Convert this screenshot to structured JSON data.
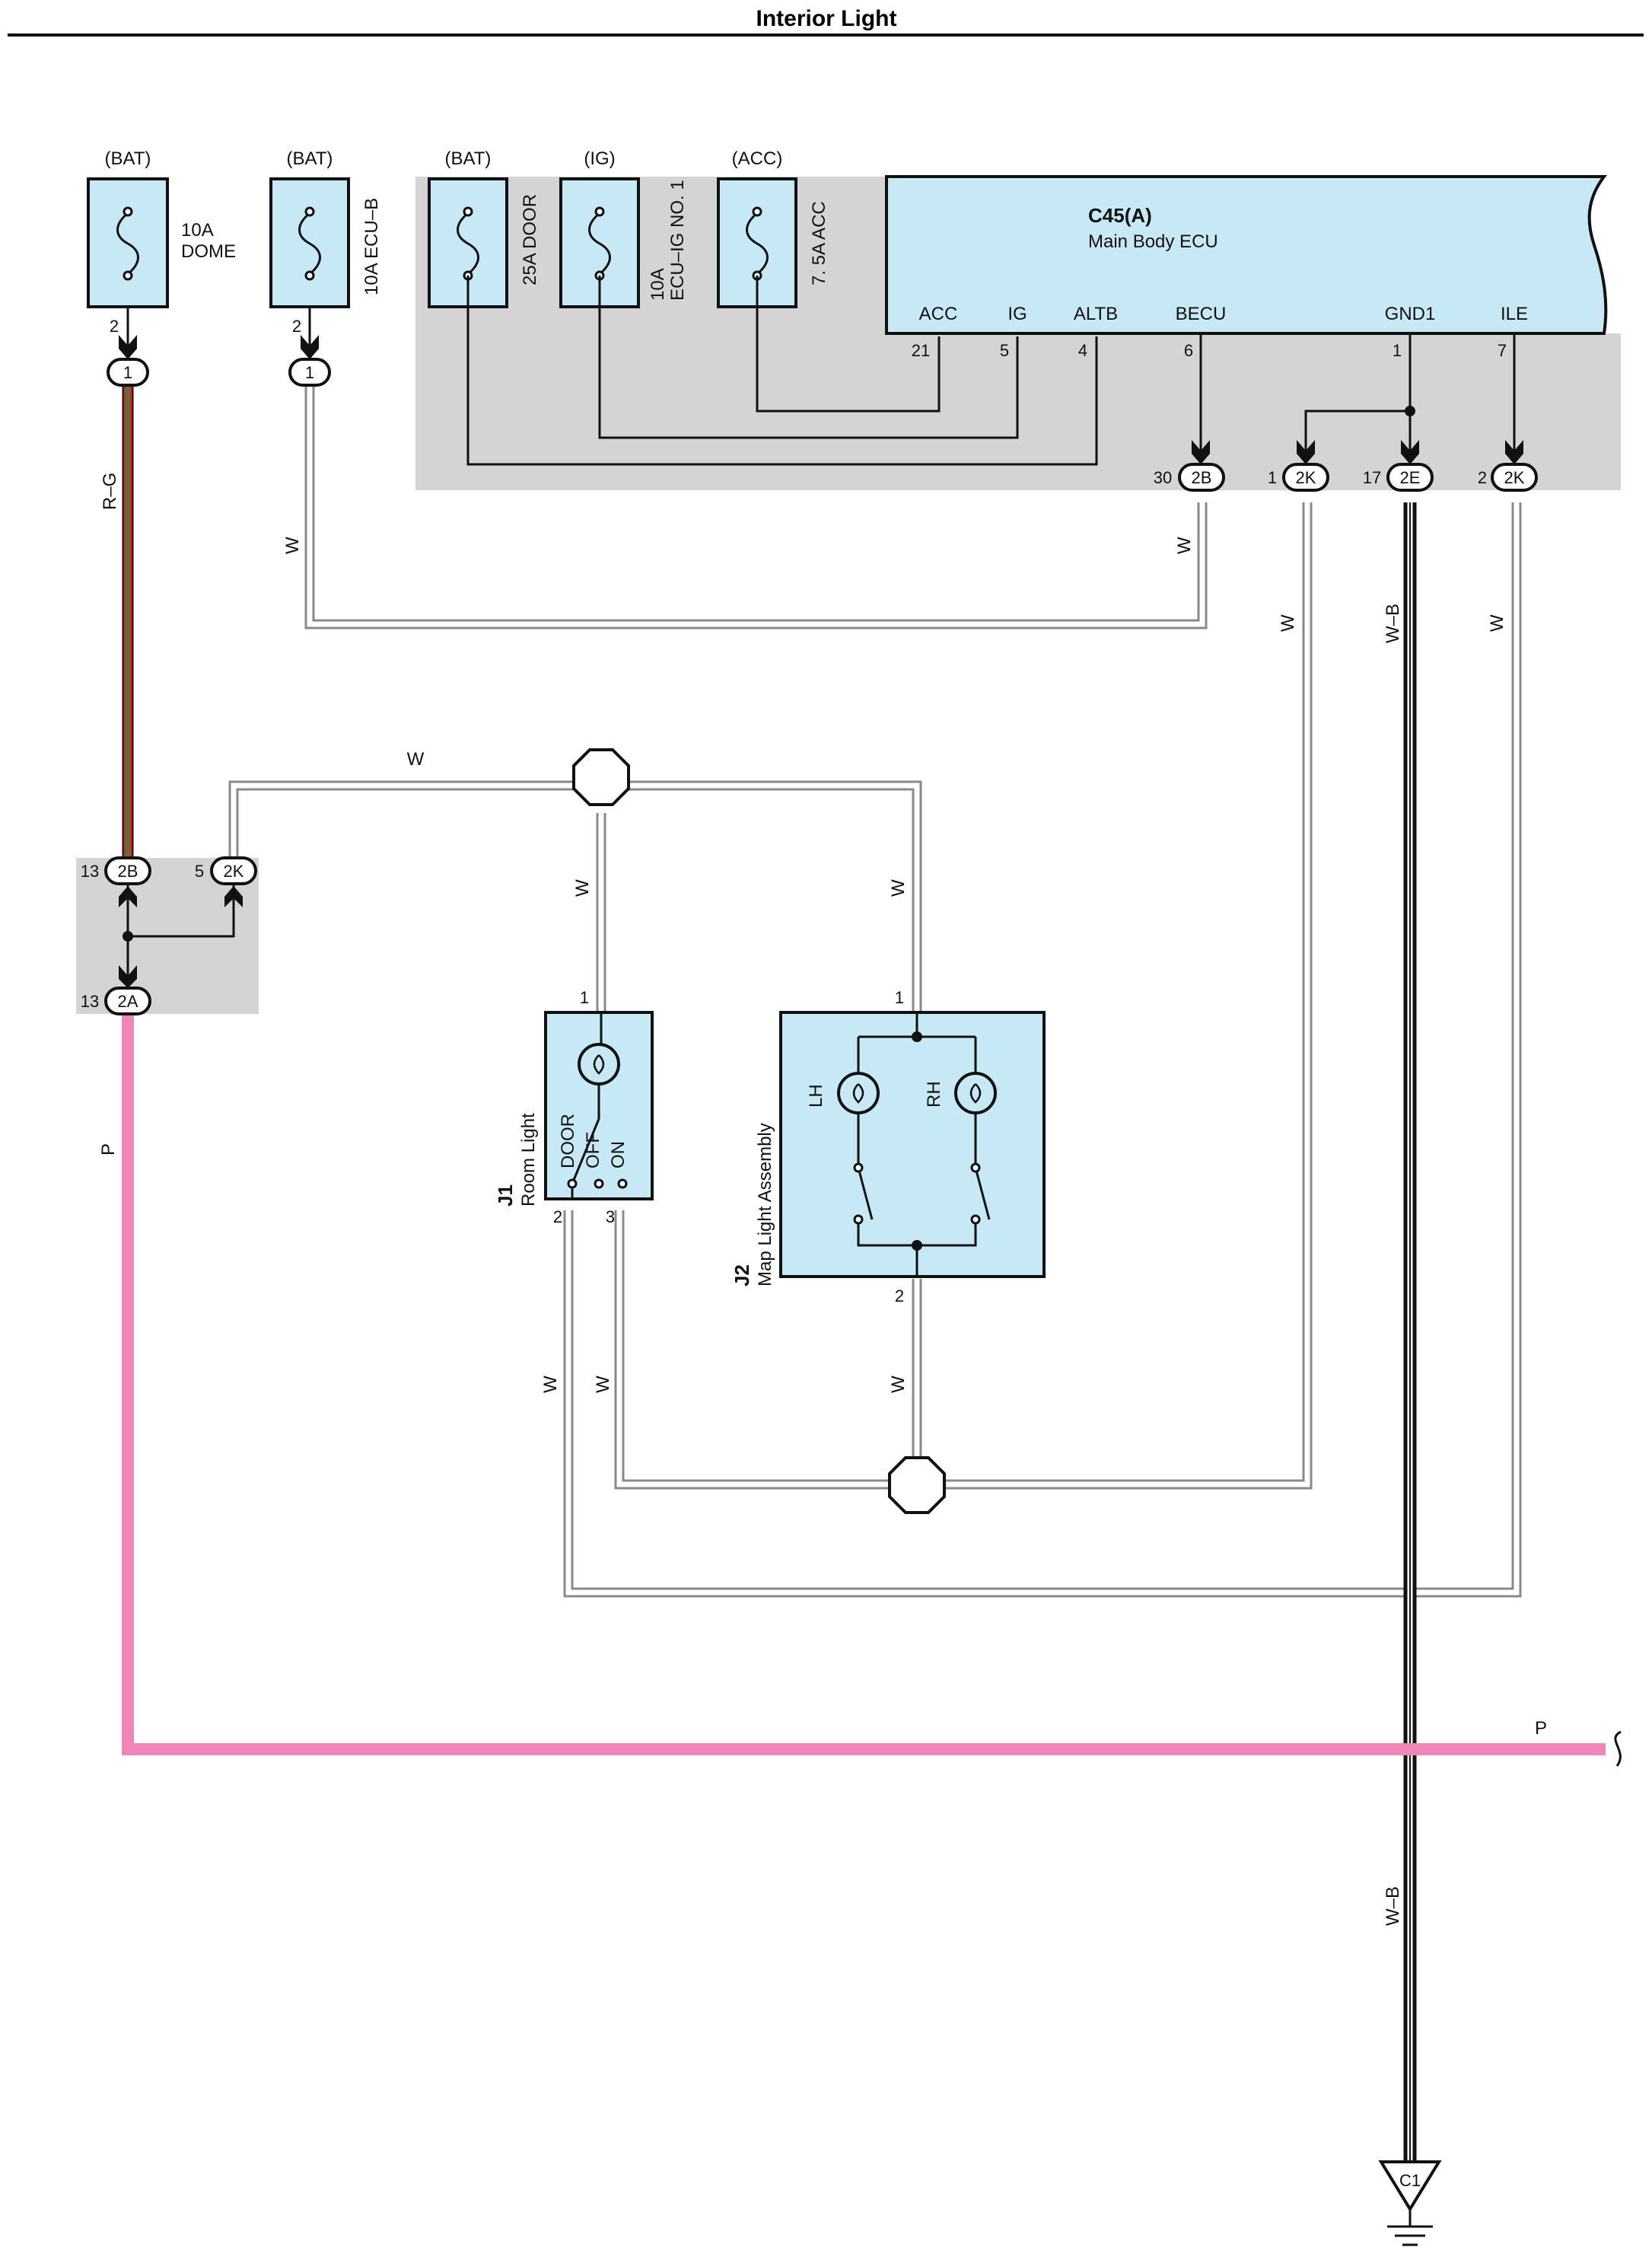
{
  "title": "Interior Light",
  "fuses": [
    {
      "source": "(BAT)",
      "rating": "10A",
      "name": "DOME"
    },
    {
      "source": "(BAT)",
      "label": "10A ECU–B"
    },
    {
      "source": "(BAT)",
      "label": "25A DOOR"
    },
    {
      "source": "(IG)",
      "label_line1": "10A",
      "label_line2": "ECU–IG NO. 1"
    },
    {
      "source": "(ACC)",
      "label": "7. 5A ACC"
    }
  ],
  "fuse_pins": {
    "dome": "2",
    "ecub": "2"
  },
  "fuse_connectors": {
    "dome": "1",
    "ecub": "1"
  },
  "ecu": {
    "code": "C45(A)",
    "name": "Main Body ECU",
    "terminals": [
      {
        "name": "ACC",
        "pin": "21"
      },
      {
        "name": "IG",
        "pin": "5"
      },
      {
        "name": "ALTB",
        "pin": "4"
      },
      {
        "name": "BECU",
        "pin": "6"
      },
      {
        "name": "GND1",
        "pin": "1"
      },
      {
        "name": "ILE",
        "pin": "7"
      }
    ]
  },
  "ecu_connectors": [
    {
      "pin": "30",
      "id": "2B"
    },
    {
      "pin": "1",
      "id": "2K"
    },
    {
      "pin": "17",
      "id": "2E"
    },
    {
      "pin": "2",
      "id": "2K"
    }
  ],
  "junction": [
    {
      "pin": "13",
      "id": "2B"
    },
    {
      "pin": "5",
      "id": "2K"
    },
    {
      "pin": "13",
      "id": "2A"
    }
  ],
  "wire_colors": {
    "rg": "R–G",
    "w": "W",
    "wb": "W–B",
    "p": "P"
  },
  "room_light": {
    "code": "J1",
    "name": "Room Light",
    "positions": [
      "DOOR",
      "OFF",
      "ON"
    ],
    "pins": {
      "top": "1",
      "left": "2",
      "right": "3"
    }
  },
  "map_light": {
    "code": "J2",
    "name": "Map Light Assembly",
    "lamps": [
      "LH",
      "RH"
    ],
    "pins": {
      "top": "1",
      "bottom": "2"
    }
  },
  "ground": "C1",
  "colors": {
    "box": "#c7e8f5",
    "shade": "#d4d4d4",
    "pink": "#f086b8",
    "rg_red": "#d12b2b",
    "rg_green": "#2e8b3a"
  }
}
